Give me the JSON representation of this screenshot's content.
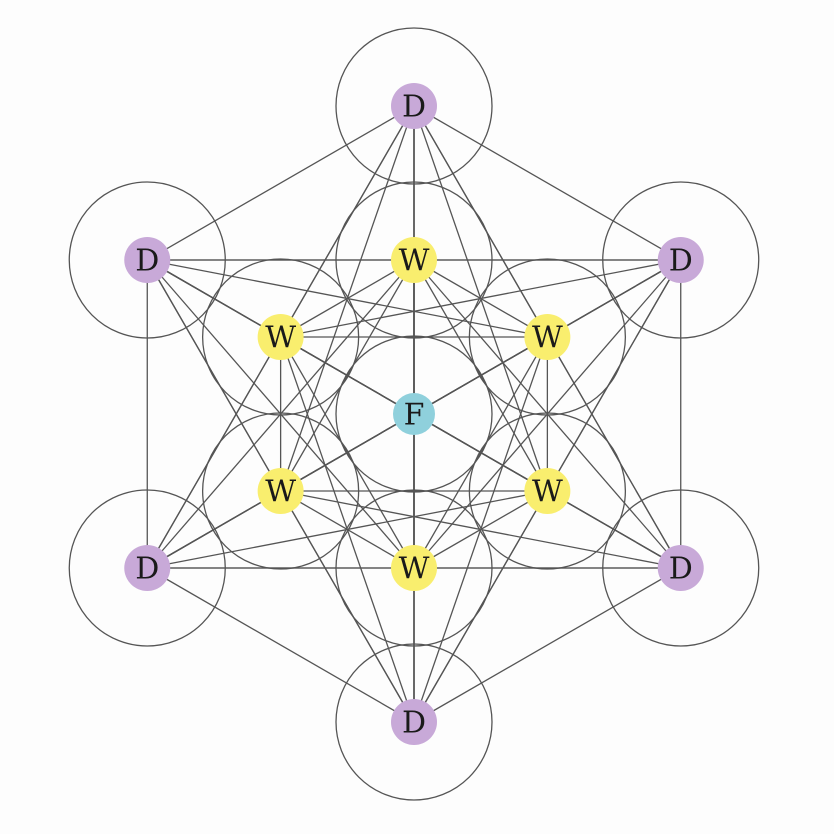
{
  "diagram": {
    "colors": {
      "D": "#c8a9d8",
      "W": "#f9ee6e",
      "F": "#8fd0dc",
      "line": "#555555"
    },
    "nodes": [
      {
        "id": "center",
        "label": "F",
        "kind": "F"
      },
      {
        "id": "w-top",
        "label": "W",
        "kind": "W"
      },
      {
        "id": "w-upper-right",
        "label": "W",
        "kind": "W"
      },
      {
        "id": "w-lower-right",
        "label": "W",
        "kind": "W"
      },
      {
        "id": "w-bottom",
        "label": "W",
        "kind": "W"
      },
      {
        "id": "w-lower-left",
        "label": "W",
        "kind": "W"
      },
      {
        "id": "w-upper-left",
        "label": "W",
        "kind": "W"
      },
      {
        "id": "d-top",
        "label": "D",
        "kind": "D"
      },
      {
        "id": "d-upper-right",
        "label": "D",
        "kind": "D"
      },
      {
        "id": "d-lower-right",
        "label": "D",
        "kind": "D"
      },
      {
        "id": "d-bottom",
        "label": "D",
        "kind": "D"
      },
      {
        "id": "d-lower-left",
        "label": "D",
        "kind": "D"
      },
      {
        "id": "d-upper-left",
        "label": "D",
        "kind": "D"
      }
    ]
  }
}
